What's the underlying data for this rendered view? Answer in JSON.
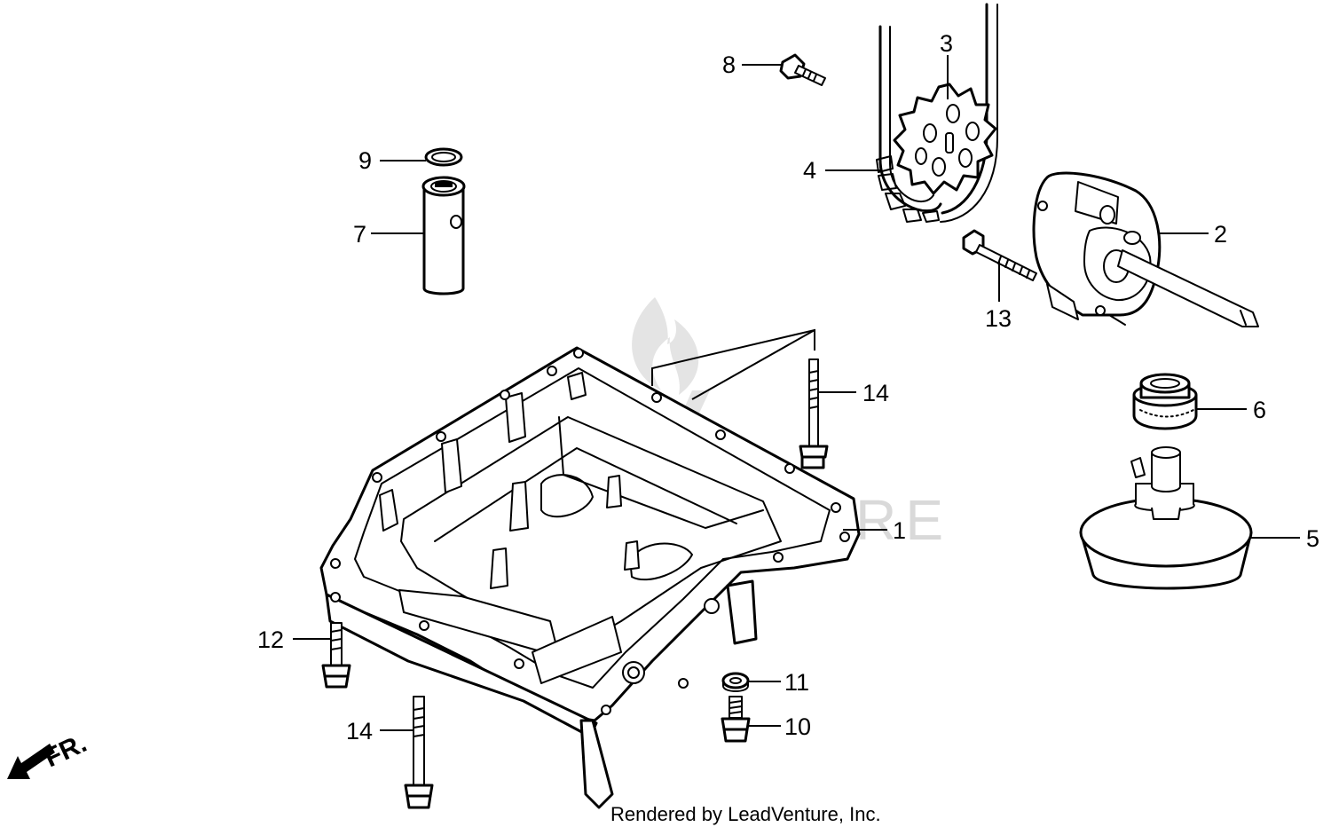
{
  "watermark": "LEADVENTURE",
  "footer": "Rendered by LeadVenture, Inc.",
  "direction_label": "FR.",
  "callouts": [
    {
      "id": "1",
      "label": "1"
    },
    {
      "id": "2",
      "label": "2"
    },
    {
      "id": "3",
      "label": "3"
    },
    {
      "id": "4",
      "label": "4"
    },
    {
      "id": "5",
      "label": "5"
    },
    {
      "id": "6",
      "label": "6"
    },
    {
      "id": "7",
      "label": "7"
    },
    {
      "id": "8",
      "label": "8"
    },
    {
      "id": "9",
      "label": "9"
    },
    {
      "id": "10",
      "label": "10"
    },
    {
      "id": "11",
      "label": "11"
    },
    {
      "id": "12",
      "label": "12"
    },
    {
      "id": "13",
      "label": "13"
    },
    {
      "id": "14a",
      "label": "14"
    },
    {
      "id": "14b",
      "label": "14"
    }
  ]
}
